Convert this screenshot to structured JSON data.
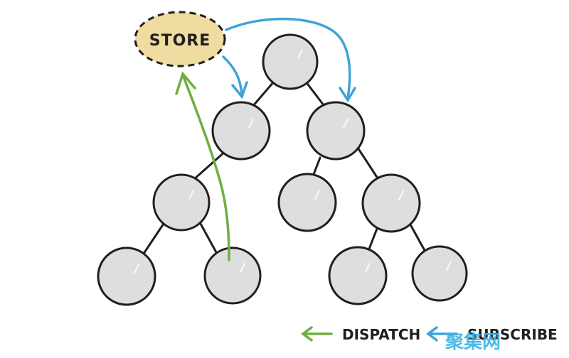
{
  "store": {
    "label": "STORE"
  },
  "legend": {
    "dispatch": {
      "label": "DISPATCH"
    },
    "subscribe": {
      "label": "SUBSCRIBE"
    }
  },
  "watermark": {
    "label": "聚集网"
  },
  "colors": {
    "store_fill": "#efdca0",
    "node_fill": "#dedede",
    "stroke": "#1f1f1f",
    "subscribe_arrow": "#3fa3d9",
    "dispatch_arrow": "#6fae3f",
    "watermark": "#39b3e6"
  },
  "icons": {
    "dispatch_arrow": "left-arrow-icon",
    "subscribe_arrow": "left-arrow-icon"
  }
}
